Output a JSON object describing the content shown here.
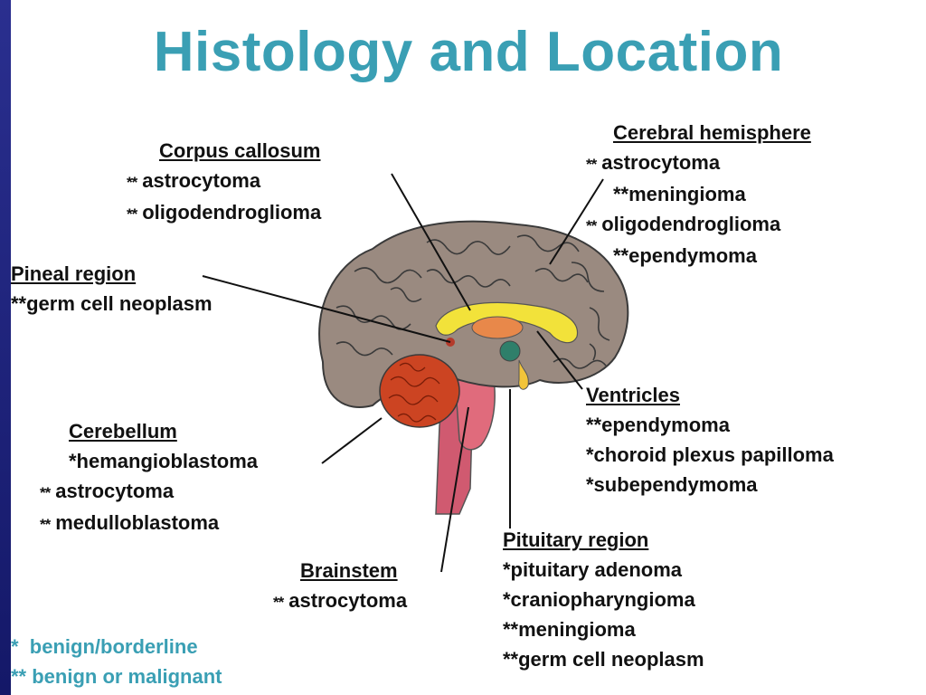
{
  "title": "Histology and Location",
  "corpus": {
    "heading": "Corpus callosum",
    "items": [
      {
        "mark": "**",
        "text": "astrocytoma"
      },
      {
        "mark": "**",
        "text": "oligodendroglioma"
      }
    ]
  },
  "cerebral": {
    "heading": "Cerebral hemisphere",
    "items": [
      {
        "mark": "**",
        "text": "astrocytoma"
      },
      {
        "mark": "",
        "text": "**meningioma"
      },
      {
        "mark": "**",
        "text": "oligodendroglioma"
      },
      {
        "mark": "",
        "text": "**ependymoma"
      }
    ]
  },
  "pineal": {
    "heading": "Pineal region",
    "items": [
      {
        "mark": "",
        "text": "**germ cell neoplasm"
      }
    ]
  },
  "ventricles": {
    "heading": "Ventricles",
    "items": [
      {
        "mark": "",
        "text": "**ependymoma"
      },
      {
        "mark": "",
        "text": "*choroid plexus papilloma"
      },
      {
        "mark": "",
        "text": "*subependymoma"
      }
    ]
  },
  "cerebellum": {
    "heading": "Cerebellum",
    "items": [
      {
        "mark": "",
        "text": "*hemangioblastoma"
      },
      {
        "mark": "**",
        "text": "astrocytoma"
      },
      {
        "mark": "**",
        "text": "medulloblastoma"
      }
    ]
  },
  "brainstem": {
    "heading": "Brainstem",
    "items": [
      {
        "mark": "**",
        "text": "astrocytoma"
      }
    ]
  },
  "pituitary": {
    "heading": "Pituitary region",
    "items": [
      {
        "mark": "",
        "text": "*pituitary adenoma"
      },
      {
        "mark": "",
        "text": "*craniopharyngioma"
      },
      {
        "mark": "",
        "text": "**meningioma"
      },
      {
        "mark": "",
        "text": "**germ cell neoplasm"
      }
    ]
  },
  "legend": [
    "*  benign/borderline",
    "** benign or malignant"
  ],
  "colors": {
    "title": "#3a9fb4",
    "cortex": "#9a8a80",
    "cerebellum": "#cc4422",
    "brainstem": "#e06b7c",
    "ventricle": "#f2e23a",
    "thalamus": "#e8884a"
  }
}
